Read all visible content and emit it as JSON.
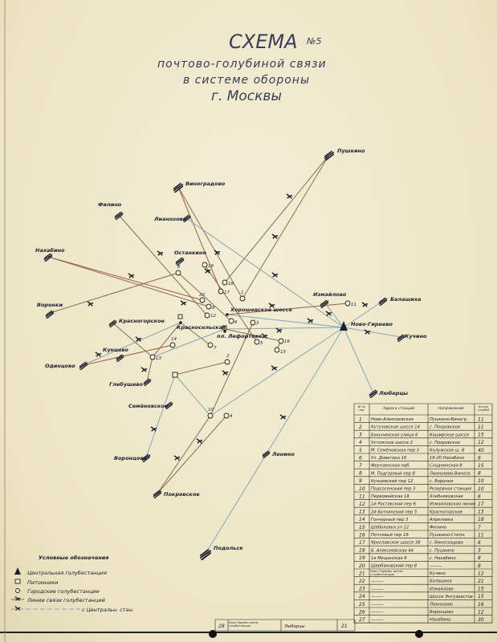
{
  "title": {
    "line1": "СХЕМА",
    "number": "№5",
    "line2": "почтово-голубиной связи",
    "line3": "в системе обороны",
    "line4": "г. Москвы"
  },
  "map": {
    "central_station": "Ново-Гиреево",
    "places": {
      "pushkino": "Пушкино",
      "vinogradovo": "Виноградово",
      "filino": "Филино",
      "lianozovo": "Лианозово",
      "nakhabino": "Нахабино",
      "ostankino": "Останкино",
      "voronki": "Воронки",
      "krasnogorskoe": "Красногорское",
      "kuntsevo": "Кунцево",
      "odintsovo": "Одинцово",
      "glebushevo": "Глебушево",
      "semenovskoe": "Семёновское",
      "vorontsovo": "Воронцово",
      "pokrovskoe": "Покровское",
      "podolsk": "Подольск",
      "lenino": "Ленино",
      "izmailovo": "Измайлово",
      "balashikha": "Балашиха",
      "kuchino": "Кучино",
      "lyubertsy": "Люберцы",
      "khoroshevo": "Хорошевское шоссе",
      "krasnoselye": "Красносельская",
      "lefortovo": "пл. Лефортово"
    },
    "station_numbers": [
      "1",
      "2",
      "3",
      "4",
      "5",
      "6",
      "7",
      "8",
      "9",
      "10",
      "11",
      "12",
      "13",
      "14",
      "15",
      "16",
      "17",
      "18",
      "19",
      "20"
    ]
  },
  "legend": {
    "title": "Условные обозначения",
    "items": [
      "Центральная голубестанция",
      "Питомники",
      "Городские голубестанции",
      "Линии связи голубестанций",
      "с Центральн. стан."
    ]
  },
  "table": {
    "headers": [
      "№ по пор.",
      "Адреса станций",
      "Направление",
      "Кол-во голубей"
    ],
    "rows": [
      [
        "1",
        "Ново-Алексеевская",
        "Пушкино-Виногр.",
        "11"
      ],
      [
        "2",
        "Кутузовское шоссе 14",
        "с. Покровское",
        "11"
      ],
      [
        "3",
        "Бакунинская улица 6",
        "Каширское шоссе",
        "15"
      ],
      [
        "4",
        "Ухтомское шоссе 2",
        "с. Покровское",
        "12"
      ],
      [
        "5",
        "М. Семёновская пер 3",
        "Калужское ш. 8",
        "40"
      ],
      [
        "6",
        "Ул. Доватора 16",
        "19-20 Нахабино",
        "6"
      ],
      [
        "7",
        "Фрунзенская наб.",
        "Сходненская 8",
        "15"
      ],
      [
        "8",
        "М. Подгорный пер 8",
        "Лианозово-Виногр.",
        "8"
      ],
      [
        "9",
        "Кунцевский пер 12",
        "с. Воронки",
        "10"
      ],
      [
        "10",
        "Подсосенский пер 3",
        "Резервная станция",
        "10"
      ],
      [
        "11",
        "Первомайская 19",
        "Хлебниковская",
        "6"
      ],
      [
        "12",
        "1й Ростовский пер 6",
        "Измайловская линия",
        "17"
      ],
      [
        "13",
        "2й Боткинский пер 5",
        "Красногорское",
        "13"
      ],
      [
        "14",
        "Гончарный пер 3",
        "Апрелевка",
        "18"
      ],
      [
        "15",
        "Шаболовка ул 12",
        "Филино",
        "7"
      ],
      [
        "16",
        "Почтовый пер 19",
        "Пушкино-Степн.",
        "11"
      ],
      [
        "17",
        "Ярославское шоссе 38",
        "с. Виноградово",
        "6"
      ],
      [
        "18",
        "Б. Алексеевская 44",
        "с. Пушкино",
        "3"
      ],
      [
        "19",
        "1я Мещанская 9",
        "с. Нахабино",
        "8"
      ],
      [
        "20",
        "Щербаковский пер 8",
        "———",
        "8"
      ],
      [
        "21",
        "Ново-Гиреево центр. голубестанция",
        "Кучино",
        "12"
      ],
      [
        "22",
        "———",
        "Балашиха",
        "21"
      ],
      [
        "23",
        "———",
        "Измайлово",
        "15"
      ],
      [
        "24",
        "———",
        "Шоссе Энтузиастов",
        "15"
      ],
      [
        "25",
        "———",
        "Лианозово",
        "16"
      ],
      [
        "26",
        "———",
        "Воронцово",
        "12"
      ],
      [
        "27",
        "———",
        "Нахабино",
        "30"
      ]
    ],
    "row28": [
      "28",
      "Ново-Гиреево центр. голубестанция",
      "Люберцы",
      "21"
    ]
  },
  "colors": {
    "paper": "#efe8cc",
    "line_red": "#a05a48",
    "line_blue": "#8aa2b8",
    "ink": "#1e1e2e"
  }
}
